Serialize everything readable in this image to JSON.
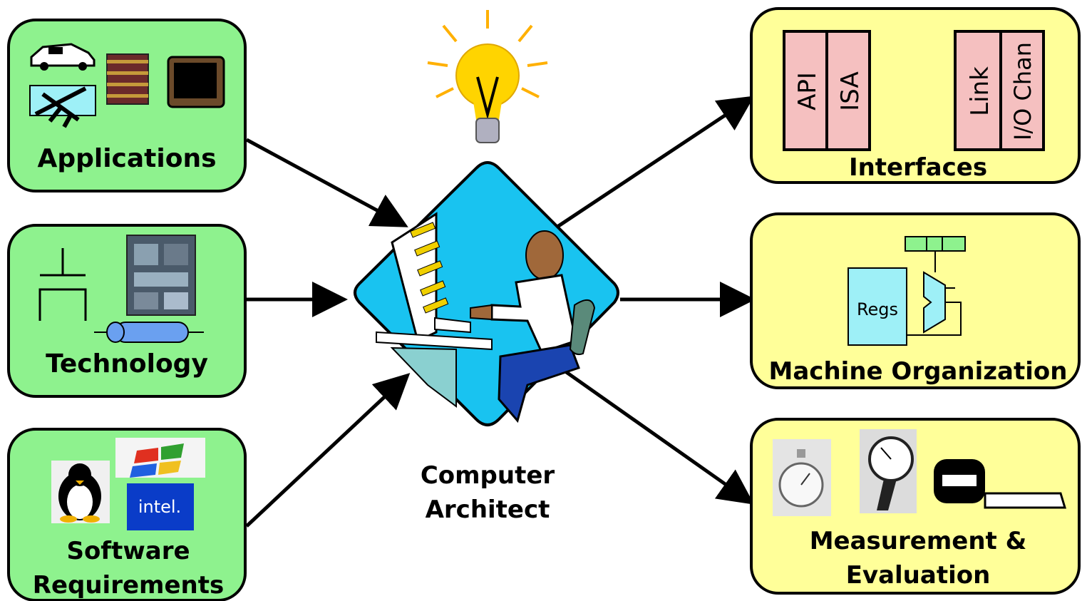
{
  "inputs": {
    "applications": {
      "label": "Applications"
    },
    "technology": {
      "label": "Technology"
    },
    "software": {
      "label_line1": "Software",
      "label_line2": "Requirements",
      "intel_logo": "intel."
    }
  },
  "center": {
    "label_line1": "Computer",
    "label_line2": "Architect"
  },
  "outputs": {
    "interfaces": {
      "label": "Interfaces",
      "boxes": [
        "API",
        "ISA",
        "Link",
        "I/O Chan"
      ]
    },
    "machine_org": {
      "label": "Machine Organization",
      "regs_label": "Regs"
    },
    "measurement": {
      "label_line1": "Measurement &",
      "label_line2": "Evaluation"
    }
  },
  "colors": {
    "input_box_fill": "#8ef28e",
    "output_box_fill": "#ffff99",
    "diamond_fill": "#19c3f0",
    "interface_box_fill": "#f5c0c0",
    "regs_fill": "#9ef0f7",
    "ir_fill": "#8ef28e",
    "bulb": "#ffd400"
  },
  "icons": [
    "car-icon",
    "books-icon",
    "monitor-icon",
    "airplane-icon",
    "transistor-icon",
    "chip-icon",
    "fiber-icon",
    "penguin-icon",
    "windows-icon",
    "intel-icon",
    "lightbulb-icon",
    "architect-icon",
    "stopwatch-icon",
    "gauge-icon",
    "tape-measure-icon"
  ]
}
